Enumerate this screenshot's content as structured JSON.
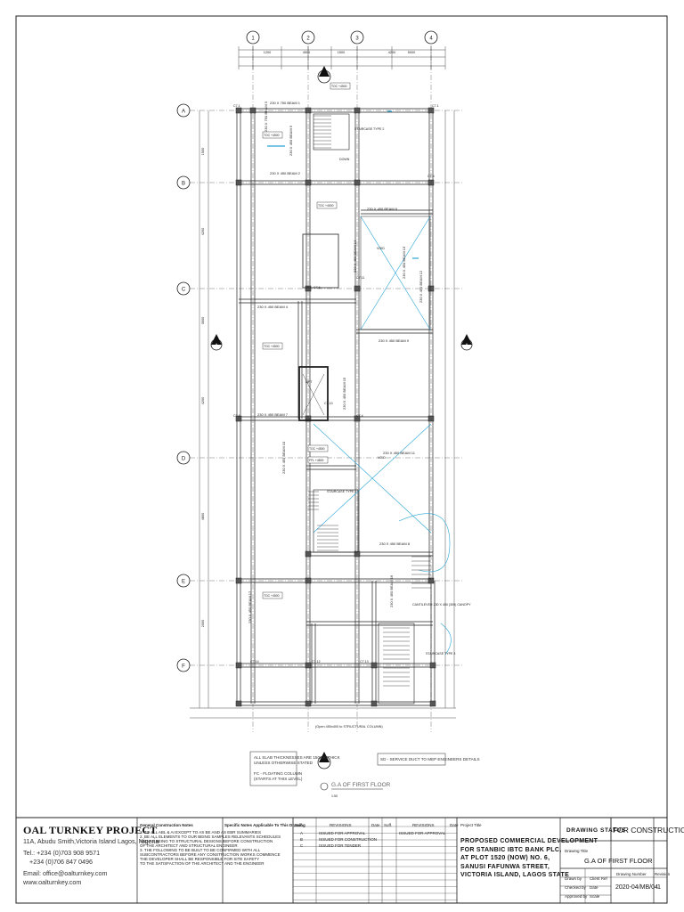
{
  "drawing": {
    "title": "G.A OF FIRST FLOOR",
    "scale_tag": "1:50",
    "grid_columns": [
      "1",
      "2",
      "3",
      "4"
    ],
    "grid_rows": [
      "A",
      "B",
      "C",
      "D",
      "E",
      "F"
    ],
    "section_marks": [
      "A",
      "A"
    ],
    "beam_labels": [
      "230 X 750 BEAM 1",
      "230 X 450 BEAM 2",
      "230 X 750 BEAM 3",
      "230 X 450 BEAM 5",
      "230 X 450 BEAM 6",
      "230 X 450 BEAM 4",
      "230 X 450 BEAM 7",
      "230 X 450 BEAM 9",
      "230 X 450 BEAM 10",
      "230 X 450 BEAM 11",
      "230 X 450 BEAM 12",
      "230 X 450 BEAM 13",
      "230 X 450 BEAM 14",
      "230 X 450 BEAM 15",
      "230 X 450 BEAM 8",
      "230 X 450 BEAM 16",
      "230 X 450 BEAM 17"
    ],
    "column_tags": [
      "C7.1",
      "C7.1",
      "C7.1",
      "C7.4",
      "C7.5",
      "C7.6",
      "C7.10",
      "C7.11",
      "C7.12",
      "C7.13",
      "C7.14"
    ],
    "level_tags": [
      "TOC +4500",
      "TOC +4500",
      "TOC +4500",
      "TOC +4500",
      "TOC +4500",
      "FFL +4500",
      "TOC +4500"
    ],
    "room_labels": [
      "STAIRCASE TYPE 2",
      "VOID",
      "LIFT",
      "VOID",
      "STAIRCASE TYPE 1",
      "STAIRCASE TYPE 3",
      "DOWN"
    ],
    "cantilever_label": "CANTILEVER 230 X 450 (300) CANOPY",
    "open_beam_label": "(Open 450x400 to STRUCTURAL COLUMN)",
    "note_left_lines": [
      "ALL SLAB THICKNESSES ARE 150mm THICK",
      "UNLESS OTHERWISE STATED",
      "",
      "FC - FLOATING COLUMN",
      "(STARTS AT THIS LEVEL)"
    ],
    "note_right": "SD - SERVICE DUCT TO MEP ENGINEERS DETAILS",
    "dimensions": [
      "1200",
      "4500",
      "1500",
      "4200",
      "5000",
      "1500",
      "4200",
      "3000",
      "4200",
      "4800",
      "2000"
    ]
  },
  "title_block": {
    "firm_name": "OAL TURNKEY PROJECT",
    "firm_lines": [
      "11A, Abudu Smith,Victoria Island Lagos, Nigeria",
      "Tel.: +234 (0)703 908 9571",
      "+234 (0)706 847 0496",
      "Email: office@oalturnkey.com",
      "www.oalturnkey.com"
    ],
    "general_notes_header": "General Construction Notes",
    "general_notes": [
      "1. TO ALL ABL & AI EXCEPT TO AS BE AND AS EBR SUMMARIES",
      "2. BE ALL ELEMENTS TO OUR BEING SAMPLES RELEVANTS SCHEDULES",
      "AND AS BEING TO STRUCTURAL DESIGNS BEFORE CONSTRUCTION",
      "OF THE ARCHITECT AND STRUCTURAL ENGINEER",
      "3. THE FOLLOWING TO BE BUILT TO BE CONFIRMED WITH ALL",
      "SUBCONTRACTORS BEFORE ANY CONSTRUCTION WORKS COMMENCE",
      "THE DEVELOPER SHALL BE RESPONSIBLE FOR SITE SAFETY",
      "TO THE SATISFACTION OF THE ARCHITECT AND THE ENGINEER"
    ],
    "specific_notes_header": "Specific Notes Applicable To This Drawing",
    "rev_headers": [
      "Suff.",
      "REVISIONS",
      "Date",
      "Suff.",
      "REVISIONS",
      "Date"
    ],
    "rev_rows": [
      [
        "A",
        "ISSUED FOR APPROVAL",
        "",
        "",
        "ISSUED FOR APPROVAL",
        ""
      ],
      [
        "B",
        "ISSUED FOR CONSTRUCTION",
        "",
        "",
        "",
        ""
      ],
      [
        "C",
        "ISSUED FOR TENDER",
        "",
        "",
        "",
        ""
      ]
    ],
    "project_title_label": "Project Title",
    "project_title_lines": [
      "PROPOSED COMMERCIAL DEVELOPMENT",
      "FOR STANBIC IBTC BANK PLC,",
      "AT PLOT 1520 (NOW) NO. 6,",
      "SANUSI FAFUNWA STREET,",
      "VICTORIA ISLAND, LAGOS STATE"
    ],
    "drawing_status_label": "DRAWING STATUS",
    "drawing_status": "FOR CONSTRUCTION",
    "drawing_title_label": "Drawing Title",
    "drawing_title": "G.A OF FIRST FLOOR",
    "meta_labels": [
      "Drawn by",
      "Checked by",
      "Approved by"
    ],
    "meta_labels_2": [
      "Client Ref",
      "Date",
      "Scale"
    ],
    "drawing_number_label": "Drawing Number",
    "drawing_number": "2020-04/MB/04",
    "revision_label": "Revision",
    "revision": "1"
  }
}
